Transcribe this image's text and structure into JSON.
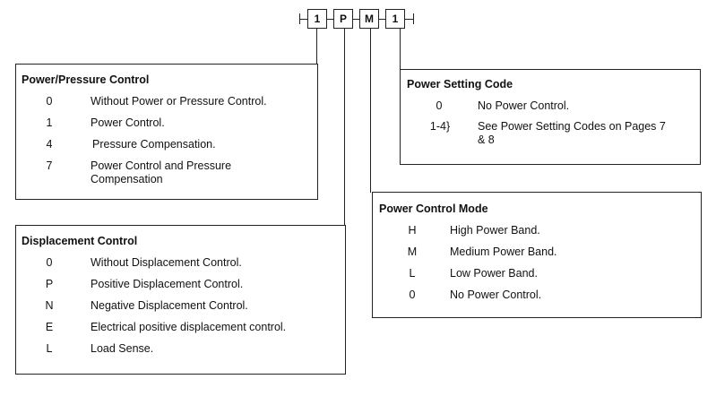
{
  "model_code": {
    "cells": [
      "1",
      "P",
      "M",
      "1"
    ]
  },
  "power_pressure_control": {
    "title": "Power/Pressure Control",
    "items": [
      {
        "code": "0",
        "desc": "Without Power or Pressure Control."
      },
      {
        "code": "1",
        "desc": "Power Control."
      },
      {
        "code": "4",
        "desc": "Pressure Compensation."
      },
      {
        "code": "7",
        "desc": "Power Control and Pressure Compensation"
      }
    ]
  },
  "displacement_control": {
    "title": "Displacement Control",
    "items": [
      {
        "code": "0",
        "desc": "Without Displacement Control."
      },
      {
        "code": "P",
        "desc": "Positive Displacement Control."
      },
      {
        "code": "N",
        "desc": "Negative Displacement Control."
      },
      {
        "code": "E",
        "desc": "Electrical positive displacement control."
      },
      {
        "code": "L",
        "desc": "Load Sense."
      }
    ]
  },
  "power_setting_code": {
    "title": "Power Setting Code",
    "items": [
      {
        "code": "0",
        "desc": "No Power Control."
      },
      {
        "code": "1-4}",
        "desc": "See Power Setting Codes on Pages 7 & 8"
      }
    ]
  },
  "power_control_mode": {
    "title": "Power Control Mode",
    "items": [
      {
        "code": "H",
        "desc": "High Power Band."
      },
      {
        "code": "M",
        "desc": "Medium Power Band."
      },
      {
        "code": "L",
        "desc": "Low Power Band."
      },
      {
        "code": "0",
        "desc": "No Power Control."
      }
    ]
  }
}
